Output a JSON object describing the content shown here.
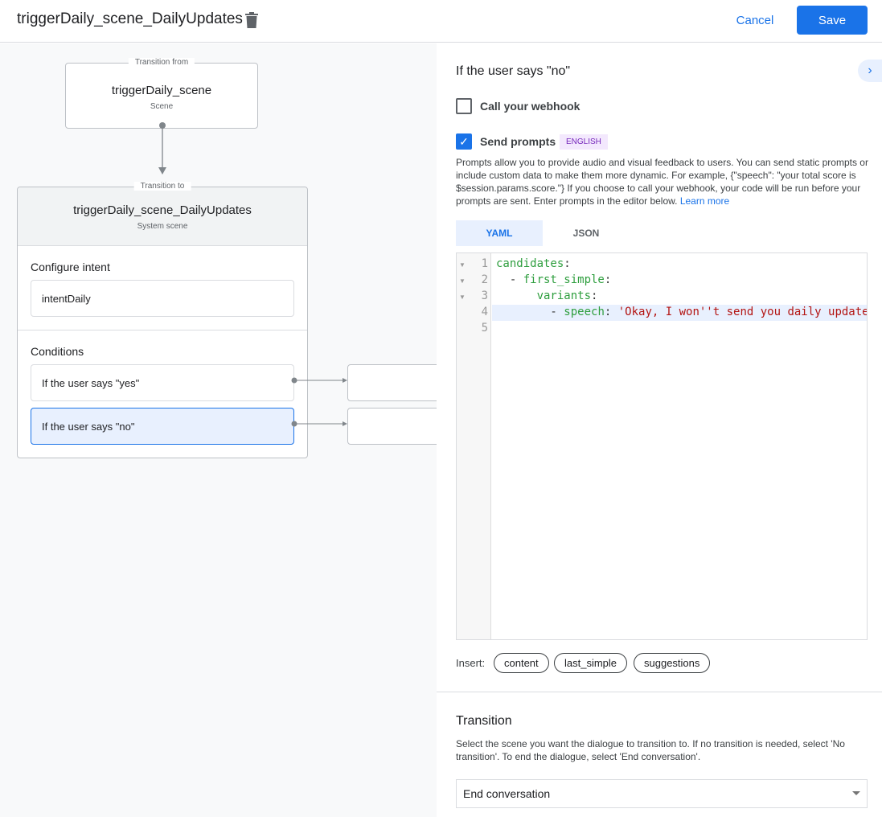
{
  "header": {
    "title": "triggerDaily_scene_DailyUpdates",
    "cancel": "Cancel",
    "save": "Save"
  },
  "canvas": {
    "from": {
      "legend": "Transition from",
      "name": "triggerDaily_scene",
      "type": "Scene"
    },
    "to": {
      "legend": "Transition to",
      "name": "triggerDaily_scene_DailyUpdates",
      "type": "System scene"
    },
    "intent_heading": "Configure intent",
    "intent": "intentDaily",
    "conditions_heading": "Conditions",
    "conditions": [
      "If the user says \"yes\"",
      "If the user says \"no\""
    ]
  },
  "panel": {
    "heading": "If the user says \"no\"",
    "webhook_label": "Call your webhook",
    "webhook_checked": false,
    "prompts_label": "Send prompts",
    "prompts_checked": true,
    "lang_badge": "ENGLISH",
    "description": "Prompts allow you to provide audio and visual feedback to users. You can send static prompts or include custom data to make them more dynamic. For example, {\"speech\": \"your total score is $session.params.score.\"} If you choose to call your webhook, your code will be run before your prompts are sent. Enter prompts in the editor below.",
    "learn_more": "Learn more",
    "tabs": [
      "YAML",
      "JSON"
    ],
    "active_tab": "YAML",
    "code": {
      "line_numbers": [
        "1",
        "2",
        "3",
        "4",
        "5"
      ],
      "l1_key": "candidates",
      "l2_key": "first_simple",
      "l3_key": "variants",
      "l4_key": "speech",
      "l4_value": "'Okay, I won''t send you daily update"
    },
    "insert_label": "Insert:",
    "insert_chips": [
      "content",
      "last_simple",
      "suggestions"
    ],
    "transition_heading": "Transition",
    "transition_desc": "Select the scene you want the dialogue to transition to. If no transition is needed, select 'No transition'. To end the dialogue, select 'End conversation'.",
    "transition_value": "End conversation"
  },
  "colors": {
    "accent": "#1a73e8",
    "selected_condition": "#e8f0fe",
    "badge_bg": "#f3e8fd",
    "badge_text": "#7627bb"
  }
}
